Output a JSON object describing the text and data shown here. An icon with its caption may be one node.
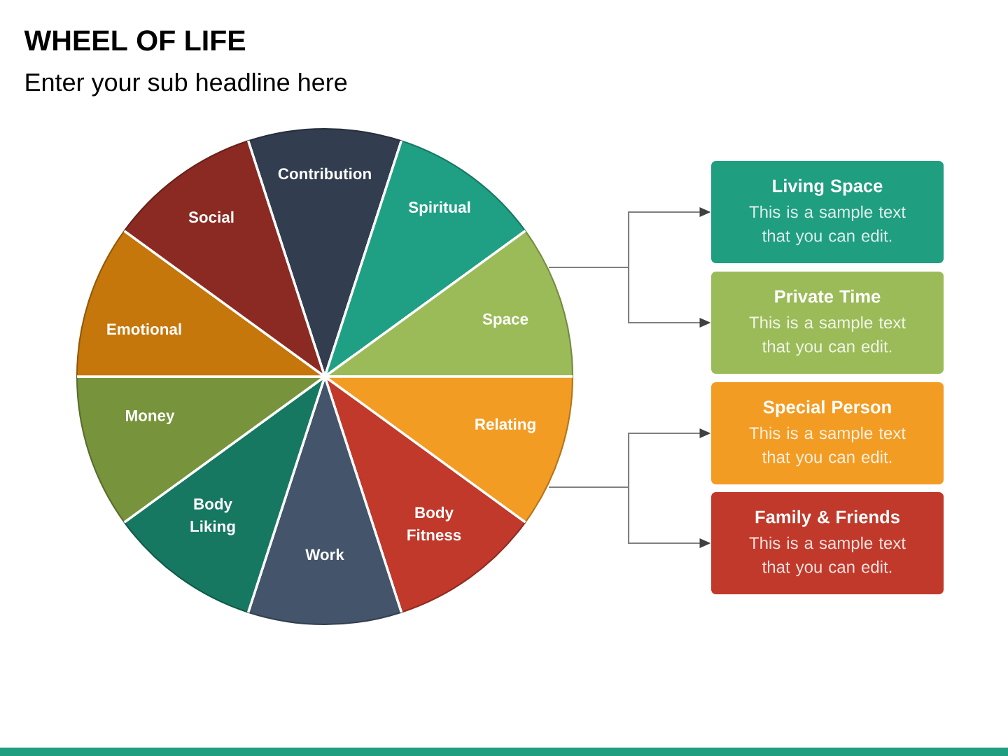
{
  "diagram": {
    "title": "WHEEL OF LIFE",
    "nodes": [
      {
        "text": [
          "Contribution"
        ]
      },
      {
        "text": [
          "Spiritual"
        ]
      },
      {
        "text": [
          "Space"
        ]
      },
      {
        "text": [
          "Relating"
        ]
      },
      {
        "text": [
          "Body Fitness"
        ]
      },
      {
        "text": [
          "Work"
        ]
      },
      {
        "text": [
          "Body Liking"
        ]
      },
      {
        "text": [
          "Money"
        ]
      },
      {
        "text": [
          "Emotional"
        ]
      },
      {
        "text": [
          "Social"
        ]
      },
      {
        "text": [
          "Living Space",
          "This is a sample text that you can edit."
        ]
      },
      {
        "text": [
          "Private Time",
          "This is a sample text that you can edit."
        ]
      },
      {
        "text": [
          "Special Person",
          "This is a sample text that you can edit."
        ]
      },
      {
        "text": [
          "Family & Friends",
          "This is a sample text that you can edit."
        ]
      }
    ],
    "edges": [
      {
        "from": 2,
        "to": 10,
        "arrow": "to"
      },
      {
        "from": 2,
        "to": 11,
        "arrow": "to"
      },
      {
        "from": 3,
        "to": 12,
        "arrow": "to"
      },
      {
        "from": 3,
        "to": 13,
        "arrow": "to"
      }
    ],
    "labels": [
      "Enter your sub headline here"
    ]
  }
}
